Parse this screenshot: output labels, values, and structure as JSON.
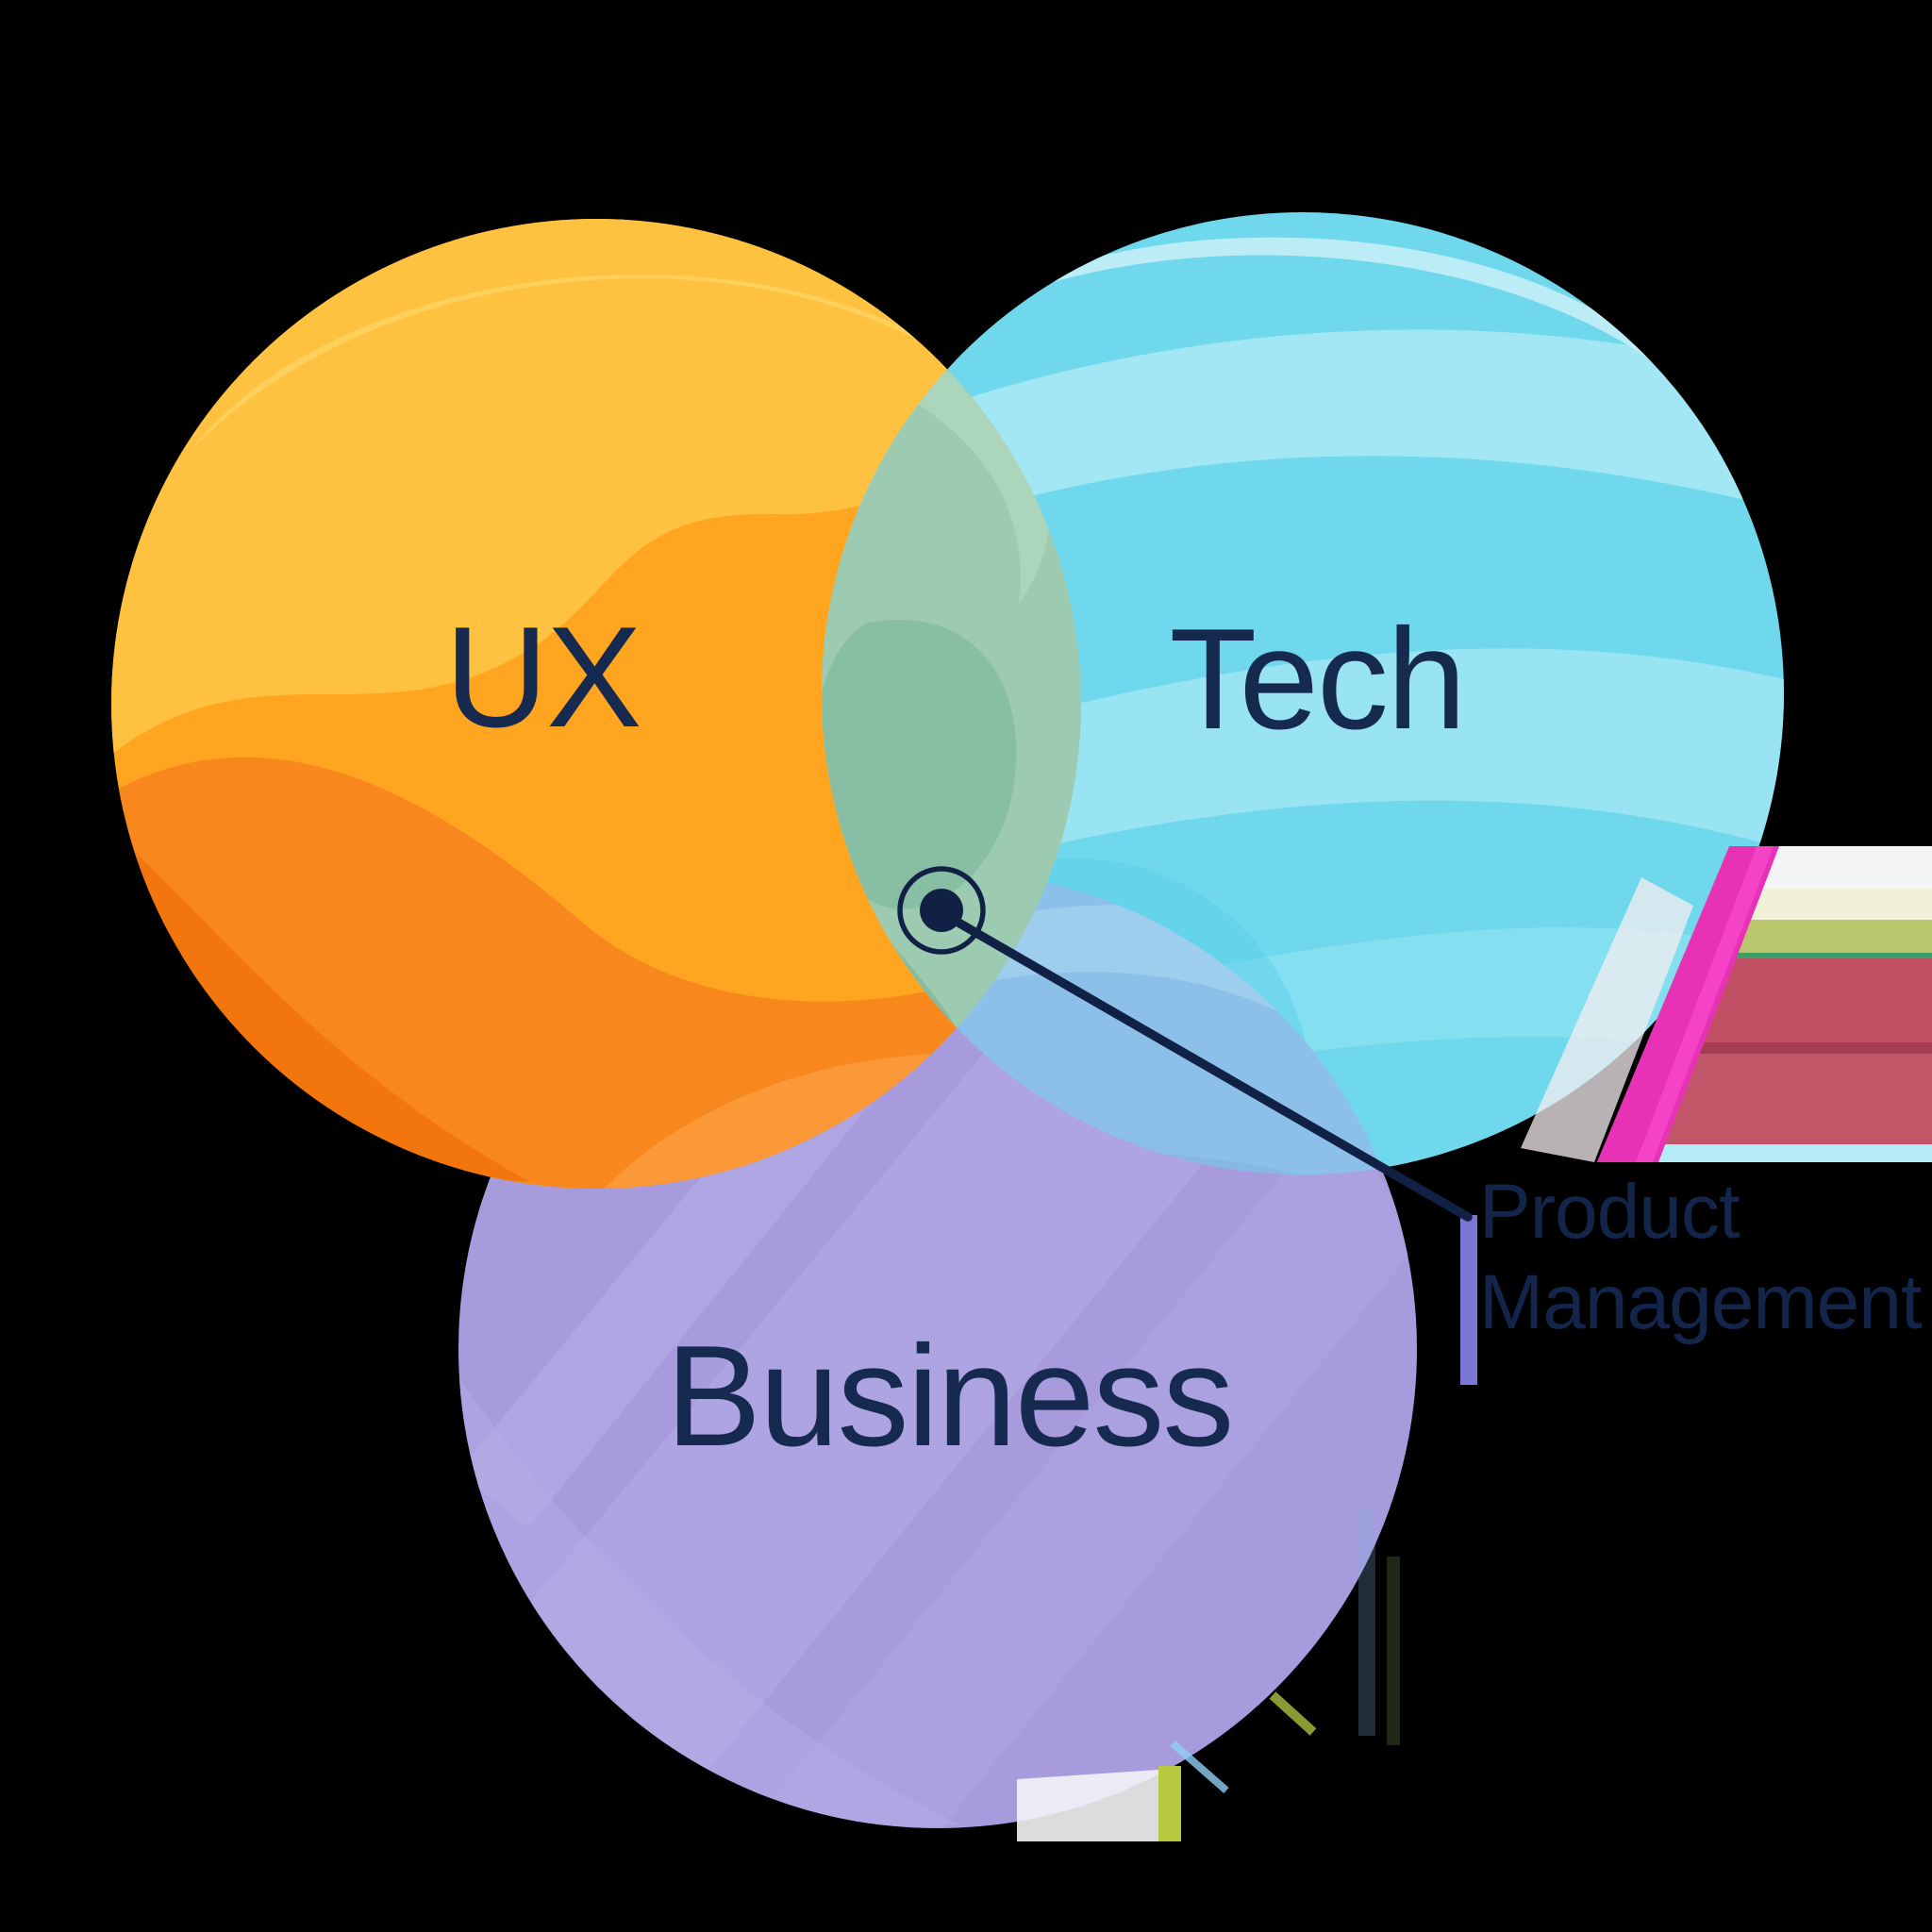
{
  "diagram": {
    "type": "venn-diagram",
    "background_color": "#000000",
    "sets": [
      {
        "id": "ux",
        "label": "UX",
        "color": "#FFA51F"
      },
      {
        "id": "tech",
        "label": "Tech",
        "color": "#6FD8EC"
      },
      {
        "id": "business",
        "label": "Business",
        "color": "#A79BDE"
      }
    ],
    "overlaps": [
      {
        "sets": "ux+tech",
        "color": "#9DCBB2"
      },
      {
        "sets": "tech+business",
        "color": "#8CC0E8"
      }
    ],
    "label_color": "#16294E",
    "callout": {
      "line1": "Product",
      "line2": "Management",
      "text_color": "#13254A",
      "marker_color": "#112146",
      "points_to": "center-intersection"
    },
    "artifact_colors": {
      "magenta": "#E832B5",
      "crimson": "#C04F63",
      "chartreuse": "#B9C66B",
      "pale": "#F3F5F7"
    }
  }
}
